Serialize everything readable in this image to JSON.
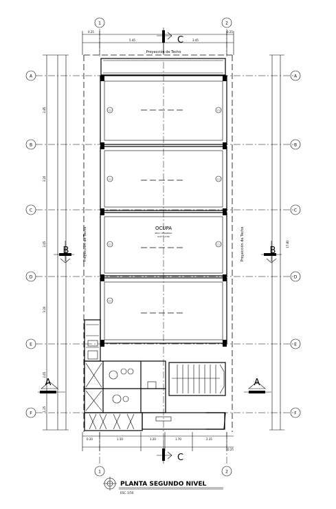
{
  "title": "PLANTA SEGUNDO NIVEL",
  "subtitle": "ESC. 1/50",
  "projection_top": "Proyección de Techo",
  "projection_left": "Proyección de Techo",
  "projection_right": "Proyección de Techo",
  "section_c": "C",
  "section_b": "B",
  "section_a": "A",
  "room_label": "OCUPA",
  "room_sub_1": "PISO: CERAMICO",
  "room_sub_2": "N.P.T +2.80",
  "col_label": "C1",
  "total_dim": "17.80",
  "axis_top_1": "1",
  "axis_top_2": "2",
  "axis_bottom_1": "1",
  "axis_bottom_2": "2",
  "axis_rows": [
    "A",
    "B",
    "C",
    "D",
    "E",
    "F"
  ],
  "top_dims": [
    "0.25",
    "5.45",
    "3.45",
    "0.25"
  ],
  "bottom_dims": [
    "0.20",
    "1.50",
    "1.20",
    "1.70",
    "2.35",
    "0.25"
  ],
  "left_dims": [
    "2.85",
    "3.20",
    "2.65",
    "3.20",
    "2.65",
    "1.25"
  ]
}
